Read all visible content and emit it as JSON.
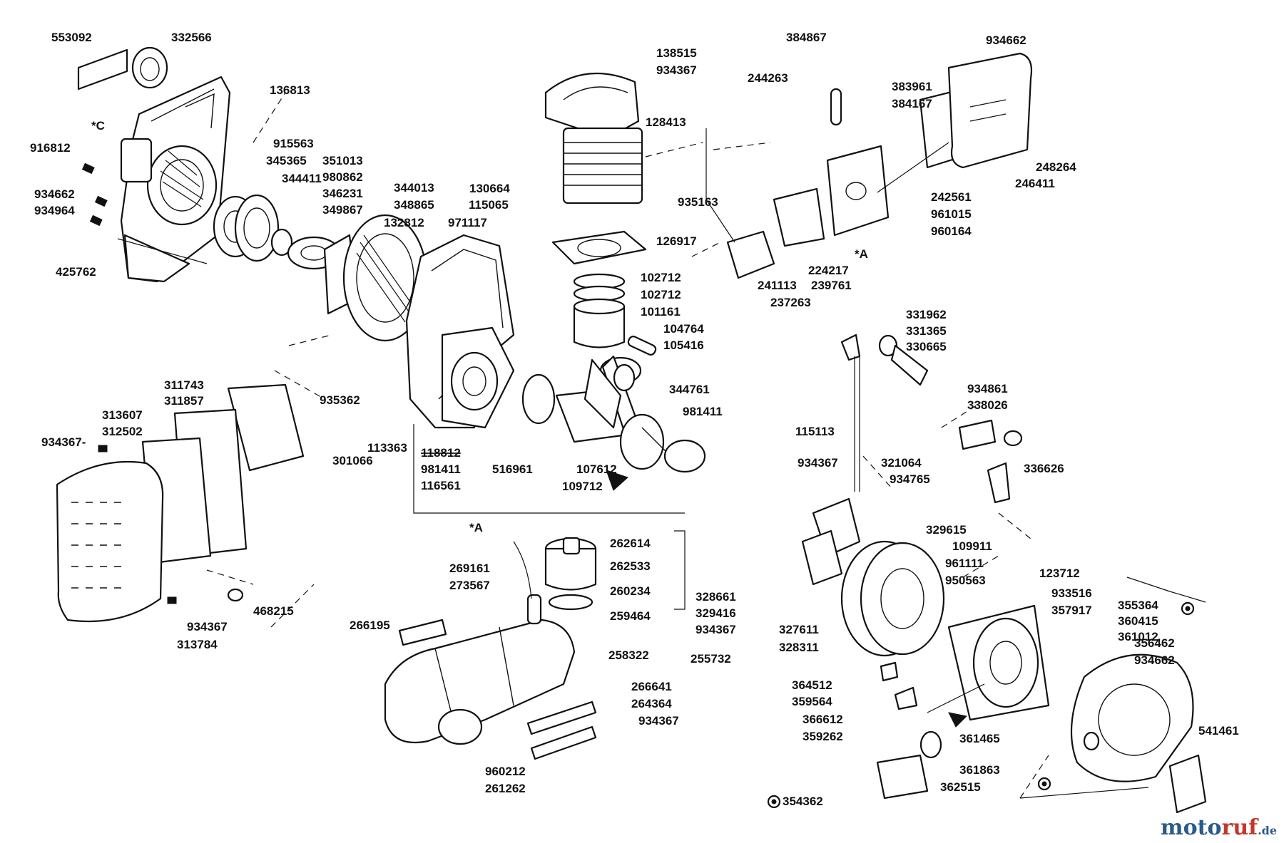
{
  "diagram": {
    "labels": [
      {
        "id": "l1",
        "text": "553092"
      },
      {
        "id": "l2",
        "text": "332566"
      },
      {
        "id": "l3",
        "text": "136813"
      },
      {
        "id": "l4",
        "text": "*C"
      },
      {
        "id": "l5",
        "text": "916812"
      },
      {
        "id": "l6",
        "text": "915563"
      },
      {
        "id": "l7",
        "text": "345365"
      },
      {
        "id": "l8",
        "text": "351013"
      },
      {
        "id": "l9",
        "text": "344411"
      },
      {
        "id": "l10",
        "text": "980862"
      },
      {
        "id": "l11",
        "text": "934662"
      },
      {
        "id": "l12",
        "text": "934964"
      },
      {
        "id": "l13",
        "text": "346231"
      },
      {
        "id": "l14",
        "text": "349867"
      },
      {
        "id": "l15",
        "text": "344013"
      },
      {
        "id": "l16",
        "text": "348865"
      },
      {
        "id": "l17",
        "text": "425762"
      },
      {
        "id": "l18",
        "text": "115065"
      },
      {
        "id": "l19",
        "text": "971117"
      },
      {
        "id": "l20",
        "text": "132812"
      },
      {
        "id": "l21",
        "text": "130664"
      },
      {
        "id": "l22",
        "text": "138515"
      },
      {
        "id": "l23",
        "text": "934367"
      },
      {
        "id": "l24",
        "text": "128413"
      },
      {
        "id": "l25",
        "text": "935163"
      },
      {
        "id": "l26",
        "text": "126917"
      },
      {
        "id": "l27",
        "text": "102712"
      },
      {
        "id": "l28",
        "text": "102712"
      },
      {
        "id": "l29",
        "text": "101161"
      },
      {
        "id": "l30",
        "text": "104764"
      },
      {
        "id": "l31",
        "text": "105416"
      },
      {
        "id": "l32",
        "text": "344761"
      },
      {
        "id": "l33",
        "text": "384867"
      },
      {
        "id": "l34",
        "text": "244263"
      },
      {
        "id": "l35",
        "text": "383961"
      },
      {
        "id": "l36",
        "text": "384167"
      },
      {
        "id": "l37",
        "text": "934662"
      },
      {
        "id": "l38",
        "text": "248264"
      },
      {
        "id": "l39",
        "text": "246411"
      },
      {
        "id": "l40",
        "text": "242561"
      },
      {
        "id": "l41",
        "text": "961015"
      },
      {
        "id": "l42",
        "text": "960164"
      },
      {
        "id": "l43",
        "text": "*A"
      },
      {
        "id": "l44",
        "text": "224217"
      },
      {
        "id": "l45",
        "text": "241113"
      },
      {
        "id": "l46",
        "text": "239761"
      },
      {
        "id": "l47",
        "text": "237263"
      },
      {
        "id": "l48",
        "text": "331962"
      },
      {
        "id": "l49",
        "text": "331365"
      },
      {
        "id": "l50",
        "text": "330665"
      },
      {
        "id": "l51",
        "text": "311743"
      },
      {
        "id": "l52",
        "text": "311857"
      },
      {
        "id": "l53",
        "text": "313607"
      },
      {
        "id": "l54",
        "text": "312502"
      },
      {
        "id": "l55",
        "text": "934367-"
      },
      {
        "id": "l56",
        "text": "935362"
      },
      {
        "id": "l57",
        "text": "301066"
      },
      {
        "id": "l58",
        "text": "113363"
      },
      {
        "id": "l59",
        "text": "118812"
      },
      {
        "id": "l60",
        "text": "981411"
      },
      {
        "id": "l61",
        "text": "516961"
      },
      {
        "id": "l62",
        "text": "107612"
      },
      {
        "id": "l63",
        "text": "116561"
      },
      {
        "id": "l64",
        "text": "109712"
      },
      {
        "id": "l65",
        "text": "981411"
      },
      {
        "id": "l66",
        "text": "115113"
      },
      {
        "id": "l67",
        "text": "934367"
      },
      {
        "id": "l68",
        "text": "321064"
      },
      {
        "id": "l69",
        "text": "934765"
      },
      {
        "id": "l70",
        "text": "934861"
      },
      {
        "id": "l71",
        "text": "338026"
      },
      {
        "id": "l72",
        "text": "336626"
      },
      {
        "id": "l73",
        "text": "*A"
      },
      {
        "id": "l74",
        "text": "262614"
      },
      {
        "id": "l75",
        "text": "269161"
      },
      {
        "id": "l76",
        "text": "262533"
      },
      {
        "id": "l77",
        "text": "273567"
      },
      {
        "id": "l78",
        "text": "260234"
      },
      {
        "id": "l79",
        "text": "259464"
      },
      {
        "id": "l80",
        "text": "266195"
      },
      {
        "id": "l81",
        "text": "258322"
      },
      {
        "id": "l82",
        "text": "255732"
      },
      {
        "id": "l83",
        "text": "934367"
      },
      {
        "id": "l84",
        "text": "468215"
      },
      {
        "id": "l85",
        "text": "313784"
      },
      {
        "id": "l86",
        "text": "329615"
      },
      {
        "id": "l87",
        "text": "109911"
      },
      {
        "id": "l88",
        "text": "961111"
      },
      {
        "id": "l89",
        "text": "950563"
      },
      {
        "id": "l90",
        "text": "123712"
      },
      {
        "id": "l91",
        "text": "328661"
      },
      {
        "id": "l92",
        "text": "329416"
      },
      {
        "id": "l93",
        "text": "934367"
      },
      {
        "id": "l94",
        "text": "327611"
      },
      {
        "id": "l95",
        "text": "328311"
      },
      {
        "id": "l96",
        "text": "933516"
      },
      {
        "id": "l97",
        "text": "357917"
      },
      {
        "id": "l98",
        "text": "355364"
      },
      {
        "id": "l99",
        "text": "360415"
      },
      {
        "id": "l100",
        "text": "361012"
      },
      {
        "id": "l101",
        "text": "356462"
      },
      {
        "id": "l102",
        "text": "934662"
      },
      {
        "id": "l103",
        "text": "266641"
      },
      {
        "id": "l104",
        "text": "264364"
      },
      {
        "id": "l105",
        "text": "934367"
      },
      {
        "id": "l106",
        "text": "364512"
      },
      {
        "id": "l107",
        "text": "359564"
      },
      {
        "id": "l108",
        "text": "366612"
      },
      {
        "id": "l109",
        "text": "359262"
      },
      {
        "id": "l110",
        "text": "361465"
      },
      {
        "id": "l111",
        "text": "541461"
      },
      {
        "id": "l112",
        "text": "960212"
      },
      {
        "id": "l113",
        "text": "261262"
      },
      {
        "id": "l114",
        "text": "361863"
      },
      {
        "id": "l115",
        "text": "362515"
      },
      {
        "id": "l116",
        "text": "354362"
      }
    ]
  },
  "watermark": {
    "part1": "moto",
    "part2": "ruf",
    "part3": ".de"
  },
  "colors": {
    "ink": "#111111",
    "watermark_blue": "#2b5a8a",
    "watermark_red": "#c0392b"
  }
}
